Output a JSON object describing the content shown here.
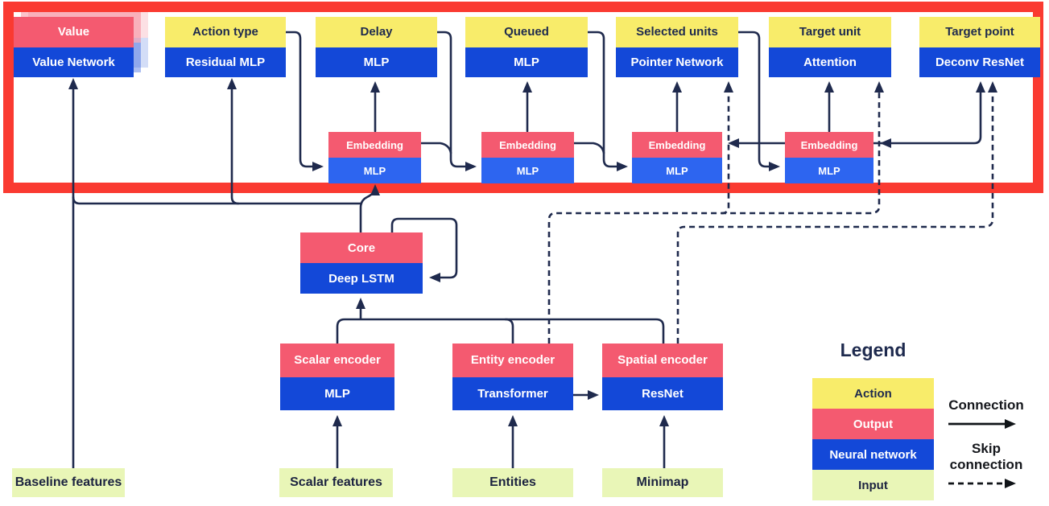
{
  "colors": {
    "action_yellow": "#f8ec6a",
    "output_pink": "#f45a70",
    "network_blue": "#1348d8",
    "embedding_blue": "#2d65f0",
    "input_green": "#e9f6b7",
    "line_navy": "#1f2a4d",
    "highlight_red": "#fa3a31"
  },
  "heads": [
    {
      "label": "Value",
      "network": "Value Network"
    },
    {
      "label": "Action type",
      "network": "Residual MLP"
    },
    {
      "label": "Delay",
      "network": "MLP"
    },
    {
      "label": "Queued",
      "network": "MLP"
    },
    {
      "label": "Selected units",
      "network": "Pointer Network"
    },
    {
      "label": "Target unit",
      "network": "Attention"
    },
    {
      "label": "Target point",
      "network": "Deconv ResNet"
    }
  ],
  "embeddings": [
    {
      "label": "Embedding",
      "network": "MLP"
    },
    {
      "label": "Embedding",
      "network": "MLP"
    },
    {
      "label": "Embedding",
      "network": "MLP"
    },
    {
      "label": "Embedding",
      "network": "MLP"
    }
  ],
  "core": {
    "label": "Core",
    "network": "Deep LSTM"
  },
  "encoders": [
    {
      "label": "Scalar encoder",
      "network": "MLP"
    },
    {
      "label": "Entity encoder",
      "network": "Transformer"
    },
    {
      "label": "Spatial encoder",
      "network": "ResNet"
    }
  ],
  "inputs": [
    {
      "label": "Baseline features"
    },
    {
      "label": "Scalar features"
    },
    {
      "label": "Entities"
    },
    {
      "label": "Minimap"
    }
  ],
  "legend": {
    "title": "Legend",
    "items": [
      {
        "label": "Action"
      },
      {
        "label": "Output"
      },
      {
        "label": "Neural network"
      },
      {
        "label": "Input"
      }
    ],
    "connection_label": "Connection",
    "skip_label_line1": "Skip",
    "skip_label_line2": "connection"
  }
}
